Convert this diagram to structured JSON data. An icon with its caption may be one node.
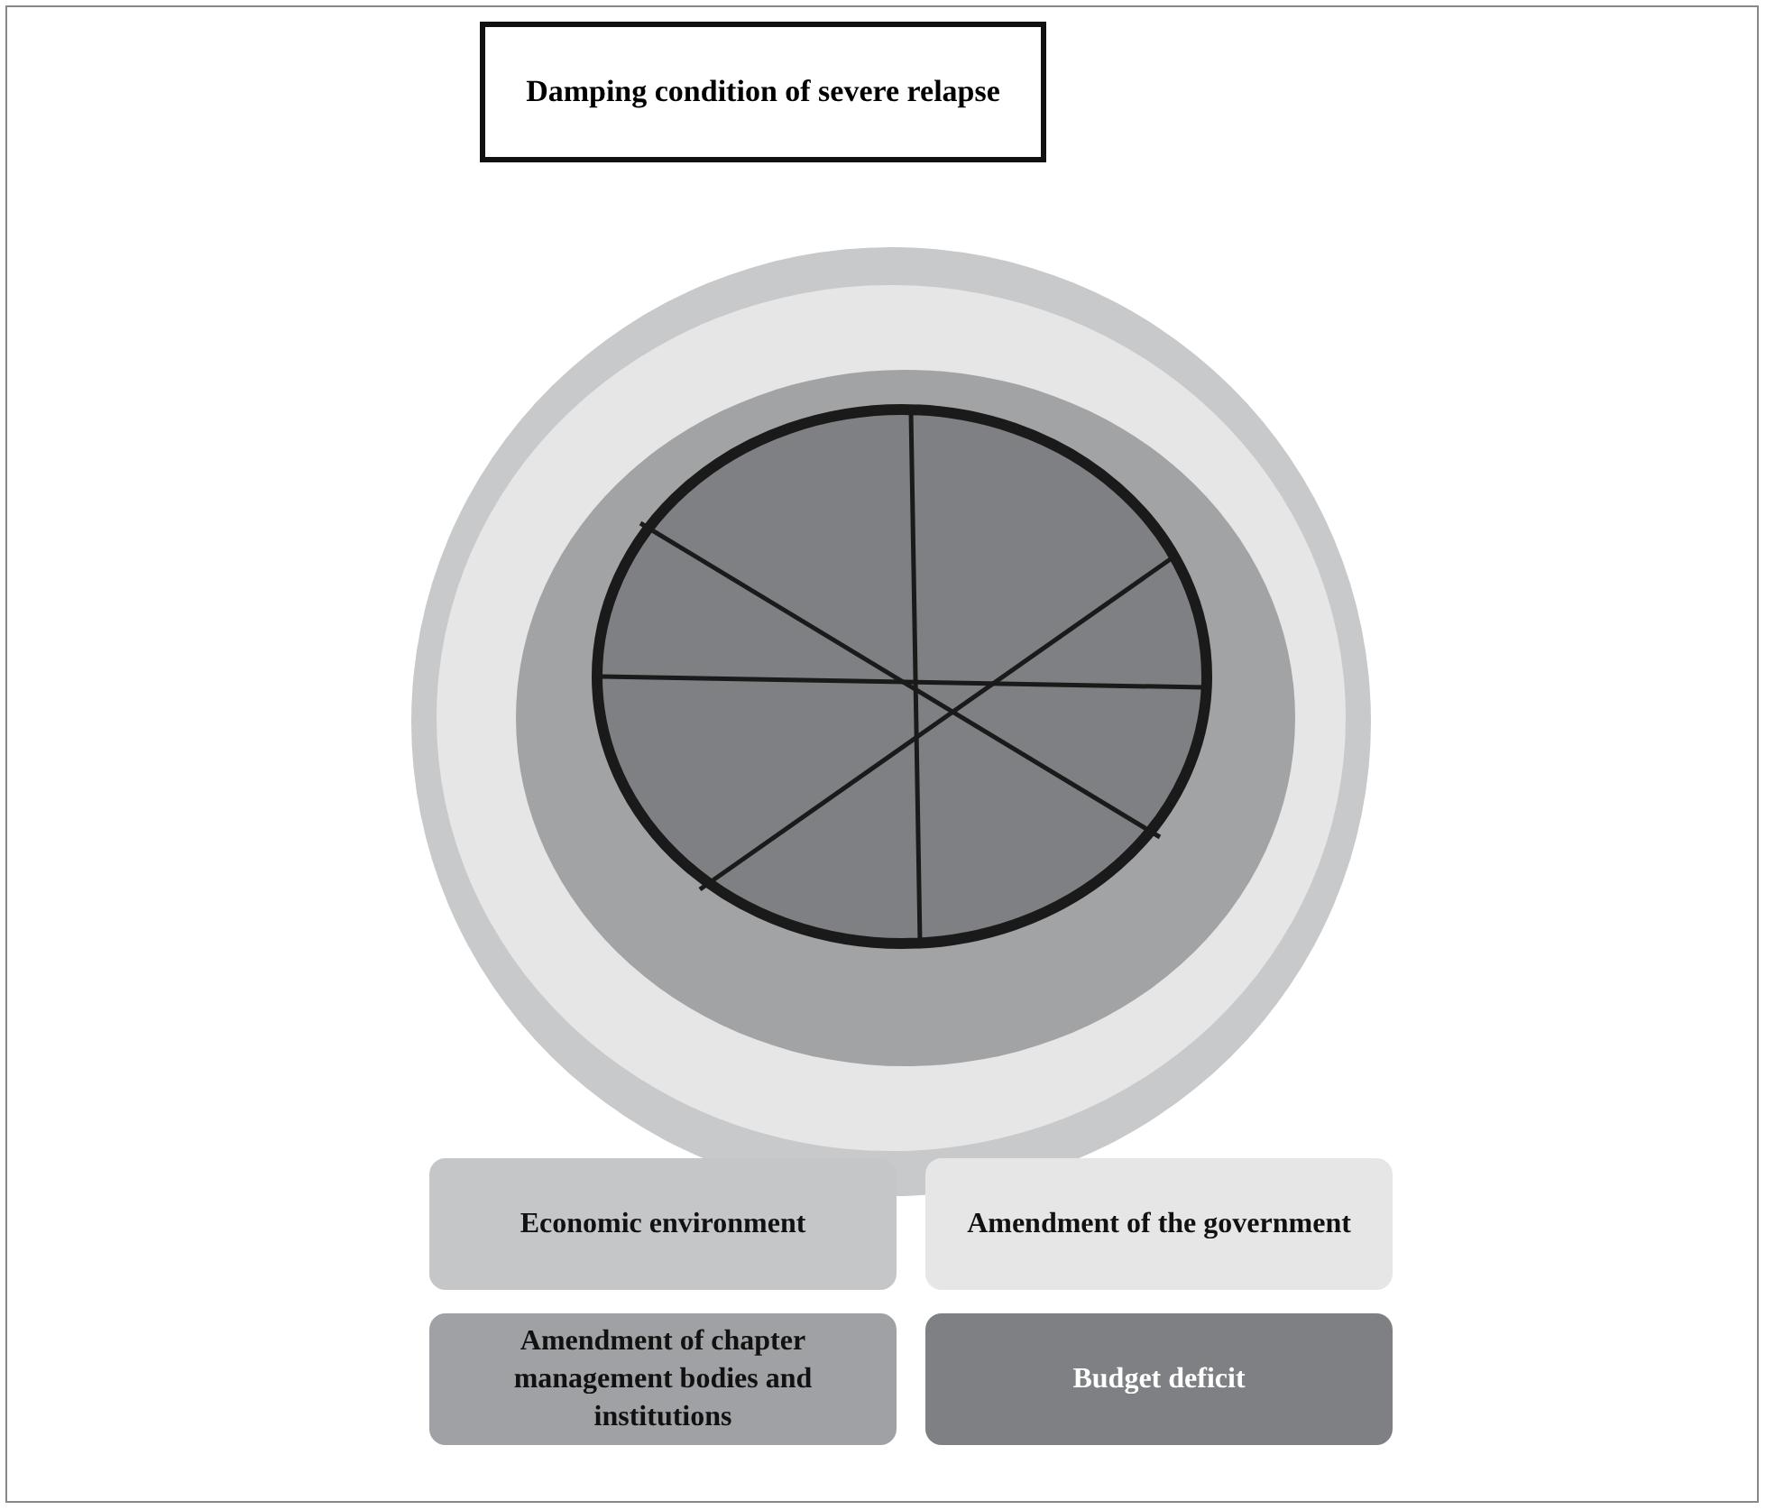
{
  "diagram": {
    "title": "Damping condition of severe relapse",
    "legend": [
      {
        "text": "Economic environment",
        "color": "#c5c6c8"
      },
      {
        "text": "Amendment of the government",
        "color": "#e6e6e7"
      },
      {
        "text": "Amendment of chapter management bodies and institutions",
        "color": "#a0a1a4"
      },
      {
        "text": "Budget deficit",
        "color": "#7f8083"
      }
    ]
  }
}
